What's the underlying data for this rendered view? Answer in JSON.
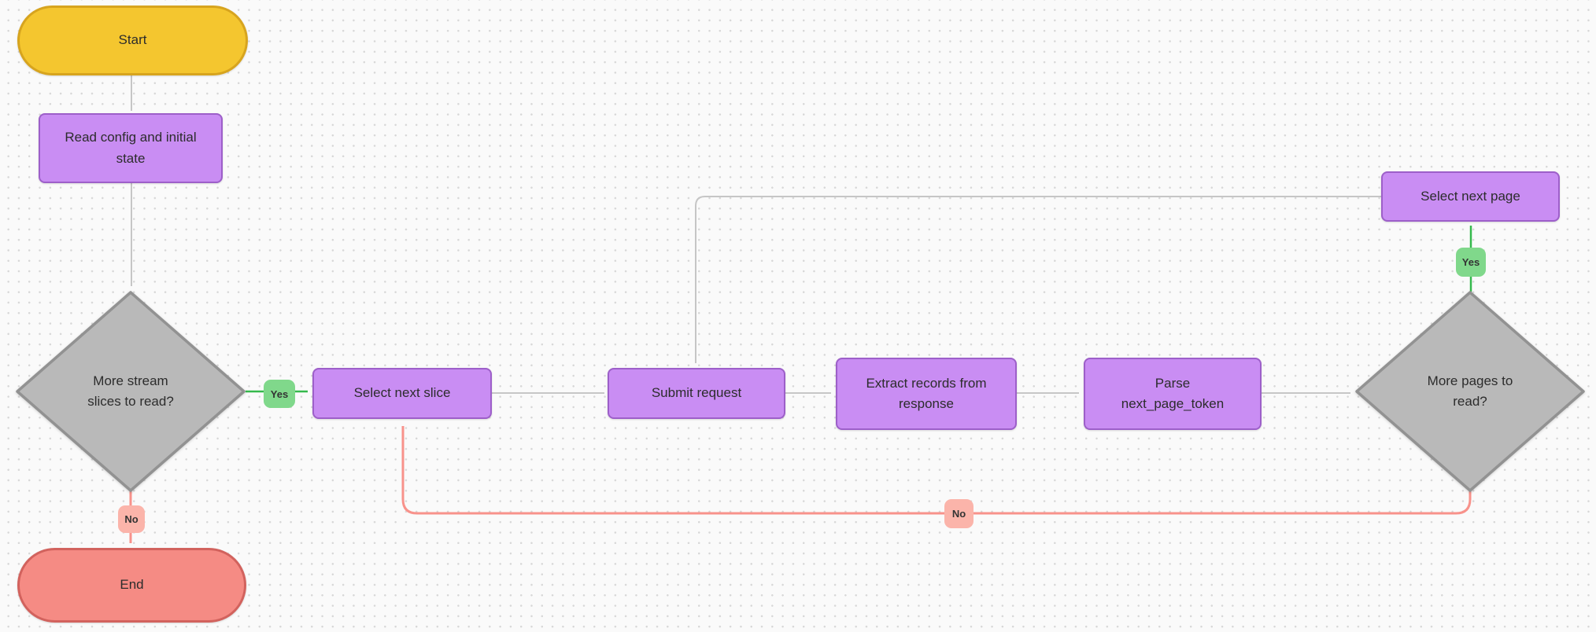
{
  "diagram": {
    "nodes": {
      "start": {
        "label": "Start",
        "shape": "terminator"
      },
      "read_config": {
        "label": "Read config and initial\nstate",
        "shape": "process"
      },
      "more_slices": {
        "label": "More stream\nslices to read?",
        "shape": "decision"
      },
      "select_next_slice": {
        "label": "Select next slice",
        "shape": "process"
      },
      "submit_request": {
        "label": "Submit request",
        "shape": "process"
      },
      "extract_records": {
        "label": "Extract records from\nresponse",
        "shape": "process"
      },
      "parse_token": {
        "label": "Parse\nnext_page_token",
        "shape": "process"
      },
      "more_pages": {
        "label": "More pages to\nread?",
        "shape": "decision"
      },
      "select_next_page": {
        "label": "Select next page",
        "shape": "process"
      },
      "end": {
        "label": "End",
        "shape": "terminator"
      }
    },
    "edge_labels": {
      "slices_yes": "Yes",
      "slices_no": "No",
      "pages_yes": "Yes",
      "pages_no": "No"
    },
    "colors": {
      "background": "#fafafa",
      "grid_dot": "#d7d7d7",
      "start_fill": "#f4c62f",
      "start_border": "#d7a41e",
      "end_fill": "#f58b84",
      "end_border": "#d2625d",
      "process_fill": "#c98df3",
      "process_border": "#9d5fc9",
      "decision_fill": "#b9b9b9",
      "decision_border": "#929292",
      "yes_badge_fill": "#80d88b",
      "no_badge_fill": "#fbb4aa",
      "edge_gray": "#c6c6c6",
      "edge_green": "#35b94c",
      "edge_salmon": "#f8928b",
      "text": "#2c2c2c"
    }
  }
}
